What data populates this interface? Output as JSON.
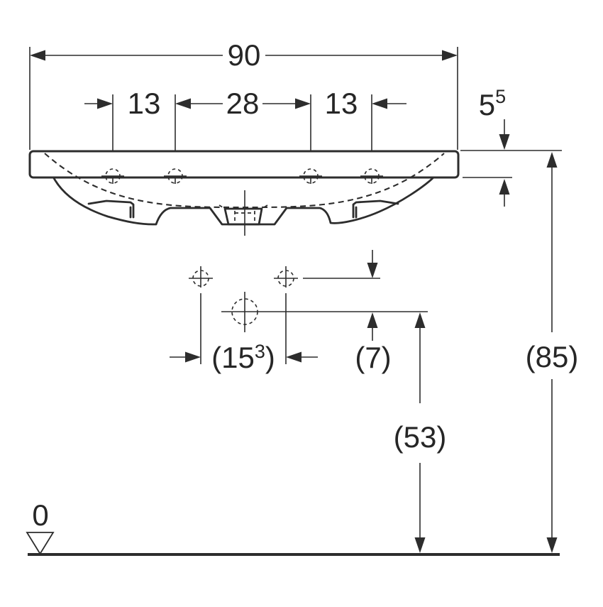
{
  "colors": {
    "background": "#ffffff",
    "line": "#2d2d2d",
    "text": "#262626"
  },
  "dimensions": {
    "overall_width": {
      "value": "90"
    },
    "tap_spacing_left": {
      "value": "13"
    },
    "tap_spacing_center": {
      "value": "28"
    },
    "tap_spacing_right": {
      "value": "13"
    },
    "rim_thickness": {
      "value": "5",
      "superscript": "5"
    },
    "fixing_hole_spacing": {
      "open": "(15",
      "superscript": "3",
      "close": ")"
    },
    "drain_offset": {
      "value": "(7)"
    },
    "drain_height_above_floor": {
      "value": "(53)"
    },
    "rim_height_above_floor": {
      "value": "(85)"
    },
    "floor_datum": {
      "value": "0"
    }
  }
}
